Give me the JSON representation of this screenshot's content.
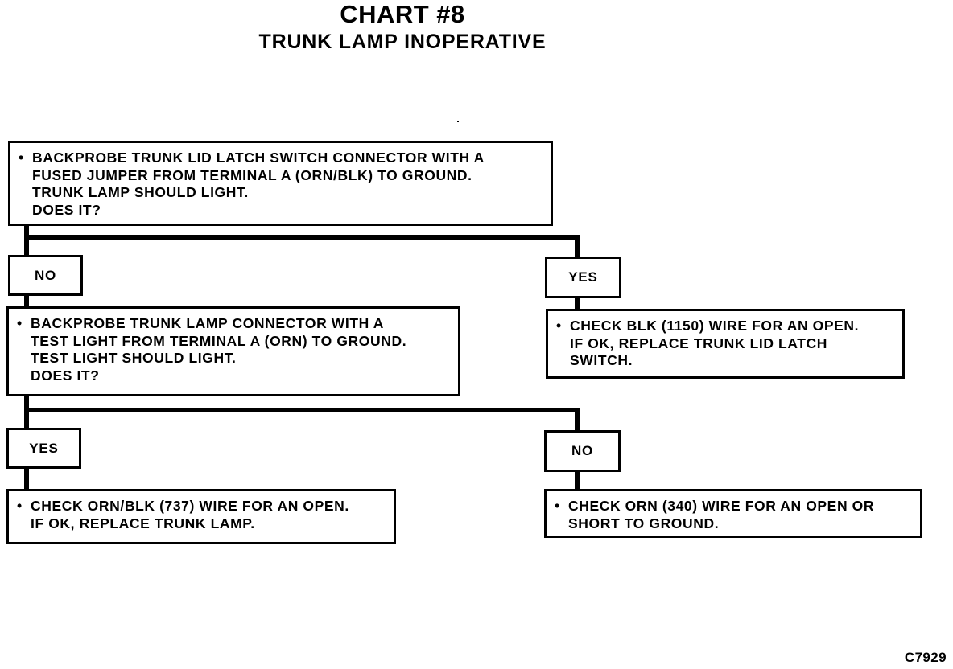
{
  "title": "CHART #8",
  "subtitle": "TRUNK LAMP INOPERATIVE",
  "steps": {
    "step1": {
      "bullet": "•",
      "text": "BACKPROBE TRUNK LID LATCH SWITCH CONNECTOR WITH A\nFUSED JUMPER FROM TERMINAL A (ORN/BLK) TO GROUND.\nTRUNK LAMP SHOULD LIGHT.\nDOES IT?"
    },
    "step1_no": {
      "bullet": "•",
      "text": "BACKPROBE TRUNK LAMP CONNECTOR WITH A\nTEST LIGHT FROM TERMINAL A (ORN) TO GROUND.\nTEST LIGHT SHOULD LIGHT.\nDOES IT?"
    },
    "step1_yes": {
      "bullet": "•",
      "text": "CHECK BLK (1150) WIRE FOR AN OPEN.\nIF OK, REPLACE TRUNK LID LATCH\nSWITCH."
    },
    "step2_yes": {
      "bullet": "•",
      "text": "CHECK ORN/BLK (737) WIRE FOR AN OPEN.\nIF OK, REPLACE TRUNK LAMP."
    },
    "step2_no": {
      "bullet": "•",
      "text": "CHECK ORN (340) WIRE FOR AN OPEN OR\nSHORT TO GROUND."
    }
  },
  "labels": {
    "no_1": "NO",
    "yes_1": "YES",
    "yes_2": "YES",
    "no_2": "NO"
  },
  "figure_code": "C7929"
}
